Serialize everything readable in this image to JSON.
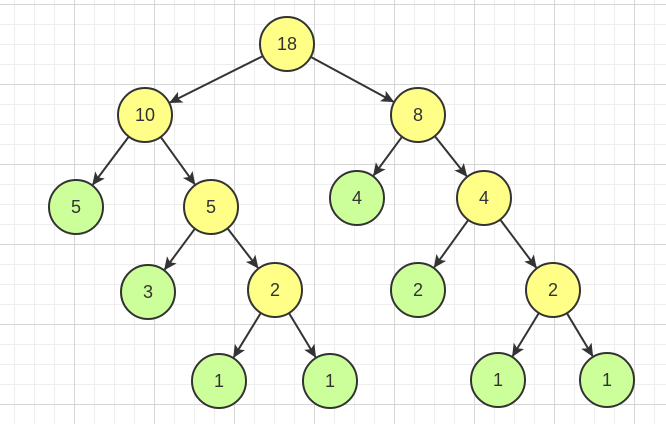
{
  "colors": {
    "internal_fill": "#ffff88",
    "leaf_fill": "#ccff99",
    "node_stroke": "#333333",
    "edge_stroke": "#333333",
    "text": "#333333"
  },
  "tree": {
    "nodes": [
      {
        "id": "n0",
        "label": "18",
        "kind": "internal"
      },
      {
        "id": "n1",
        "label": "10",
        "kind": "internal"
      },
      {
        "id": "n2",
        "label": "8",
        "kind": "internal"
      },
      {
        "id": "n3",
        "label": "5",
        "kind": "leaf"
      },
      {
        "id": "n4",
        "label": "5",
        "kind": "internal"
      },
      {
        "id": "n5",
        "label": "4",
        "kind": "leaf"
      },
      {
        "id": "n6",
        "label": "4",
        "kind": "internal"
      },
      {
        "id": "n7",
        "label": "3",
        "kind": "leaf"
      },
      {
        "id": "n8",
        "label": "2",
        "kind": "internal"
      },
      {
        "id": "n9",
        "label": "2",
        "kind": "leaf"
      },
      {
        "id": "n10",
        "label": "2",
        "kind": "internal"
      },
      {
        "id": "n11",
        "label": "1",
        "kind": "leaf"
      },
      {
        "id": "n12",
        "label": "1",
        "kind": "leaf"
      },
      {
        "id": "n13",
        "label": "1",
        "kind": "leaf"
      },
      {
        "id": "n14",
        "label": "1",
        "kind": "leaf"
      }
    ],
    "edges": [
      {
        "from": "n0",
        "to": "n1"
      },
      {
        "from": "n0",
        "to": "n2"
      },
      {
        "from": "n1",
        "to": "n3"
      },
      {
        "from": "n1",
        "to": "n4"
      },
      {
        "from": "n2",
        "to": "n5"
      },
      {
        "from": "n2",
        "to": "n6"
      },
      {
        "from": "n4",
        "to": "n7"
      },
      {
        "from": "n4",
        "to": "n8"
      },
      {
        "from": "n6",
        "to": "n9"
      },
      {
        "from": "n6",
        "to": "n10"
      },
      {
        "from": "n8",
        "to": "n11"
      },
      {
        "from": "n8",
        "to": "n12"
      },
      {
        "from": "n10",
        "to": "n13"
      },
      {
        "from": "n10",
        "to": "n14"
      }
    ]
  }
}
